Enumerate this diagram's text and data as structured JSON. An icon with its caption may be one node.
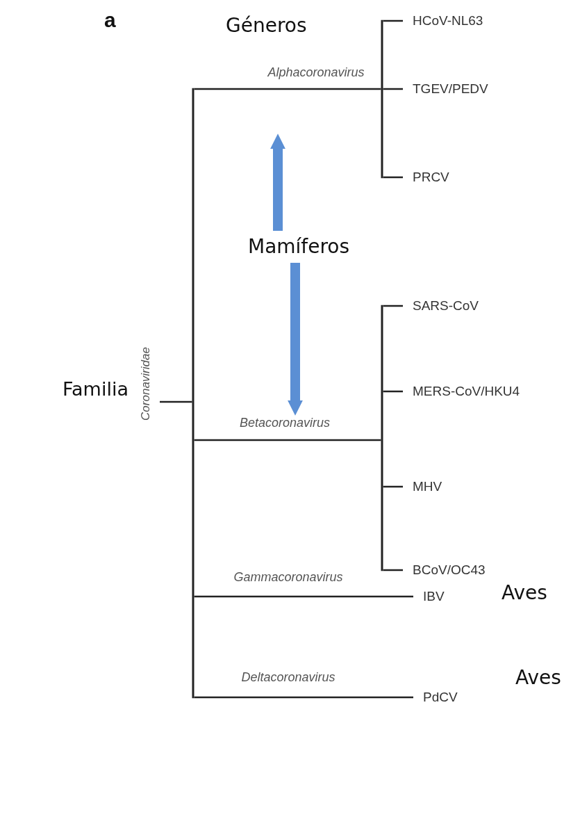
{
  "diagram": {
    "nodes": [
      {
        "text": [],
        "shape": "bar"
      },
      {
        "text": [],
        "shape": "bar"
      },
      {
        "text": [
          "HCoV-NL63"
        ]
      },
      {
        "text": [
          "TGEV/PEDV"
        ]
      },
      {
        "text": [
          "PRCV"
        ]
      },
      {
        "text": [
          "Mamíferos"
        ]
      },
      {
        "text": [],
        "shape": "bar"
      },
      {
        "text": [
          "SARS-CoV"
        ]
      },
      {
        "text": [
          "MERS-CoV/HKU4"
        ]
      },
      {
        "text": [
          "MHV"
        ]
      },
      {
        "text": [
          "BCoV/OC43"
        ]
      },
      {
        "text": [
          "IBV"
        ]
      },
      {
        "text": [
          "PdCV"
        ]
      }
    ],
    "edges": [
      {
        "from": null,
        "to": 0,
        "arrow": "none"
      },
      {
        "from": 0,
        "to": 1,
        "arrow": "none",
        "label": "Alphacoronavirus"
      },
      {
        "from": 1,
        "to": 2,
        "arrow": "none"
      },
      {
        "from": 1,
        "to": 3,
        "arrow": "none"
      },
      {
        "from": 1,
        "to": 4,
        "arrow": "none"
      },
      {
        "from": 5,
        "to": null,
        "arrow": "to",
        "style": "thick",
        "color": "#5b8fd4"
      },
      {
        "from": 5,
        "to": null,
        "arrow": "to",
        "style": "thick",
        "color": "#5b8fd4"
      },
      {
        "from": 0,
        "to": 6,
        "arrow": "none",
        "label": "Betacoronavirus"
      },
      {
        "from": 6,
        "to": 7,
        "arrow": "none"
      },
      {
        "from": 6,
        "to": 8,
        "arrow": "none"
      },
      {
        "from": 6,
        "to": 9,
        "arrow": "none"
      },
      {
        "from": 6,
        "to": 10,
        "arrow": "none"
      },
      {
        "from": 0,
        "to": 11,
        "arrow": "none",
        "label": "Gammacoronavirus"
      },
      {
        "from": 0,
        "to": 12,
        "arrow": "none",
        "label": "Deltacoronavirus"
      }
    ],
    "labels": [
      "a",
      "Géneros",
      "Familia",
      "Coronaviridae",
      "Aves",
      "Aves"
    ]
  }
}
